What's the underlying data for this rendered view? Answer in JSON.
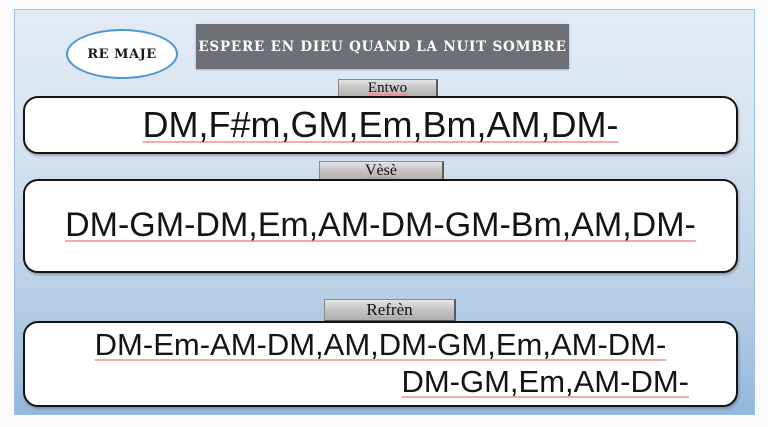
{
  "page": {
    "key_signature": "RE MAJE",
    "title": "ESPERE EN DIEU QUAND LA NUIT SOMBRE",
    "sections": [
      {
        "label": "Entwo",
        "lines": [
          "DM,F#m,GM,Em,Bm,AM,DM-"
        ]
      },
      {
        "label": "Vèsè",
        "lines": [
          "DM-GM-DM,Em,AM-DM-GM-Bm,AM,DM-"
        ]
      },
      {
        "label": "Refrèn",
        "lines": [
          "DM-Em-AM-DM,AM,DM-GM,Em,AM-DM-",
          "DM-GM,Em,AM-DM-"
        ]
      }
    ],
    "colors": {
      "slide_gradient_top": "#e2eaf5",
      "slide_gradient_bottom": "#93b7da",
      "slide_border": "#9cc0e4",
      "title_bg": "#6d7177",
      "title_text": "#ffffff",
      "oval_border": "#4a97d2",
      "label_bg": "#c6c6c6",
      "box_border": "#141414",
      "spellcheck_underline": "#f7a8a8",
      "text": "#141414"
    }
  }
}
